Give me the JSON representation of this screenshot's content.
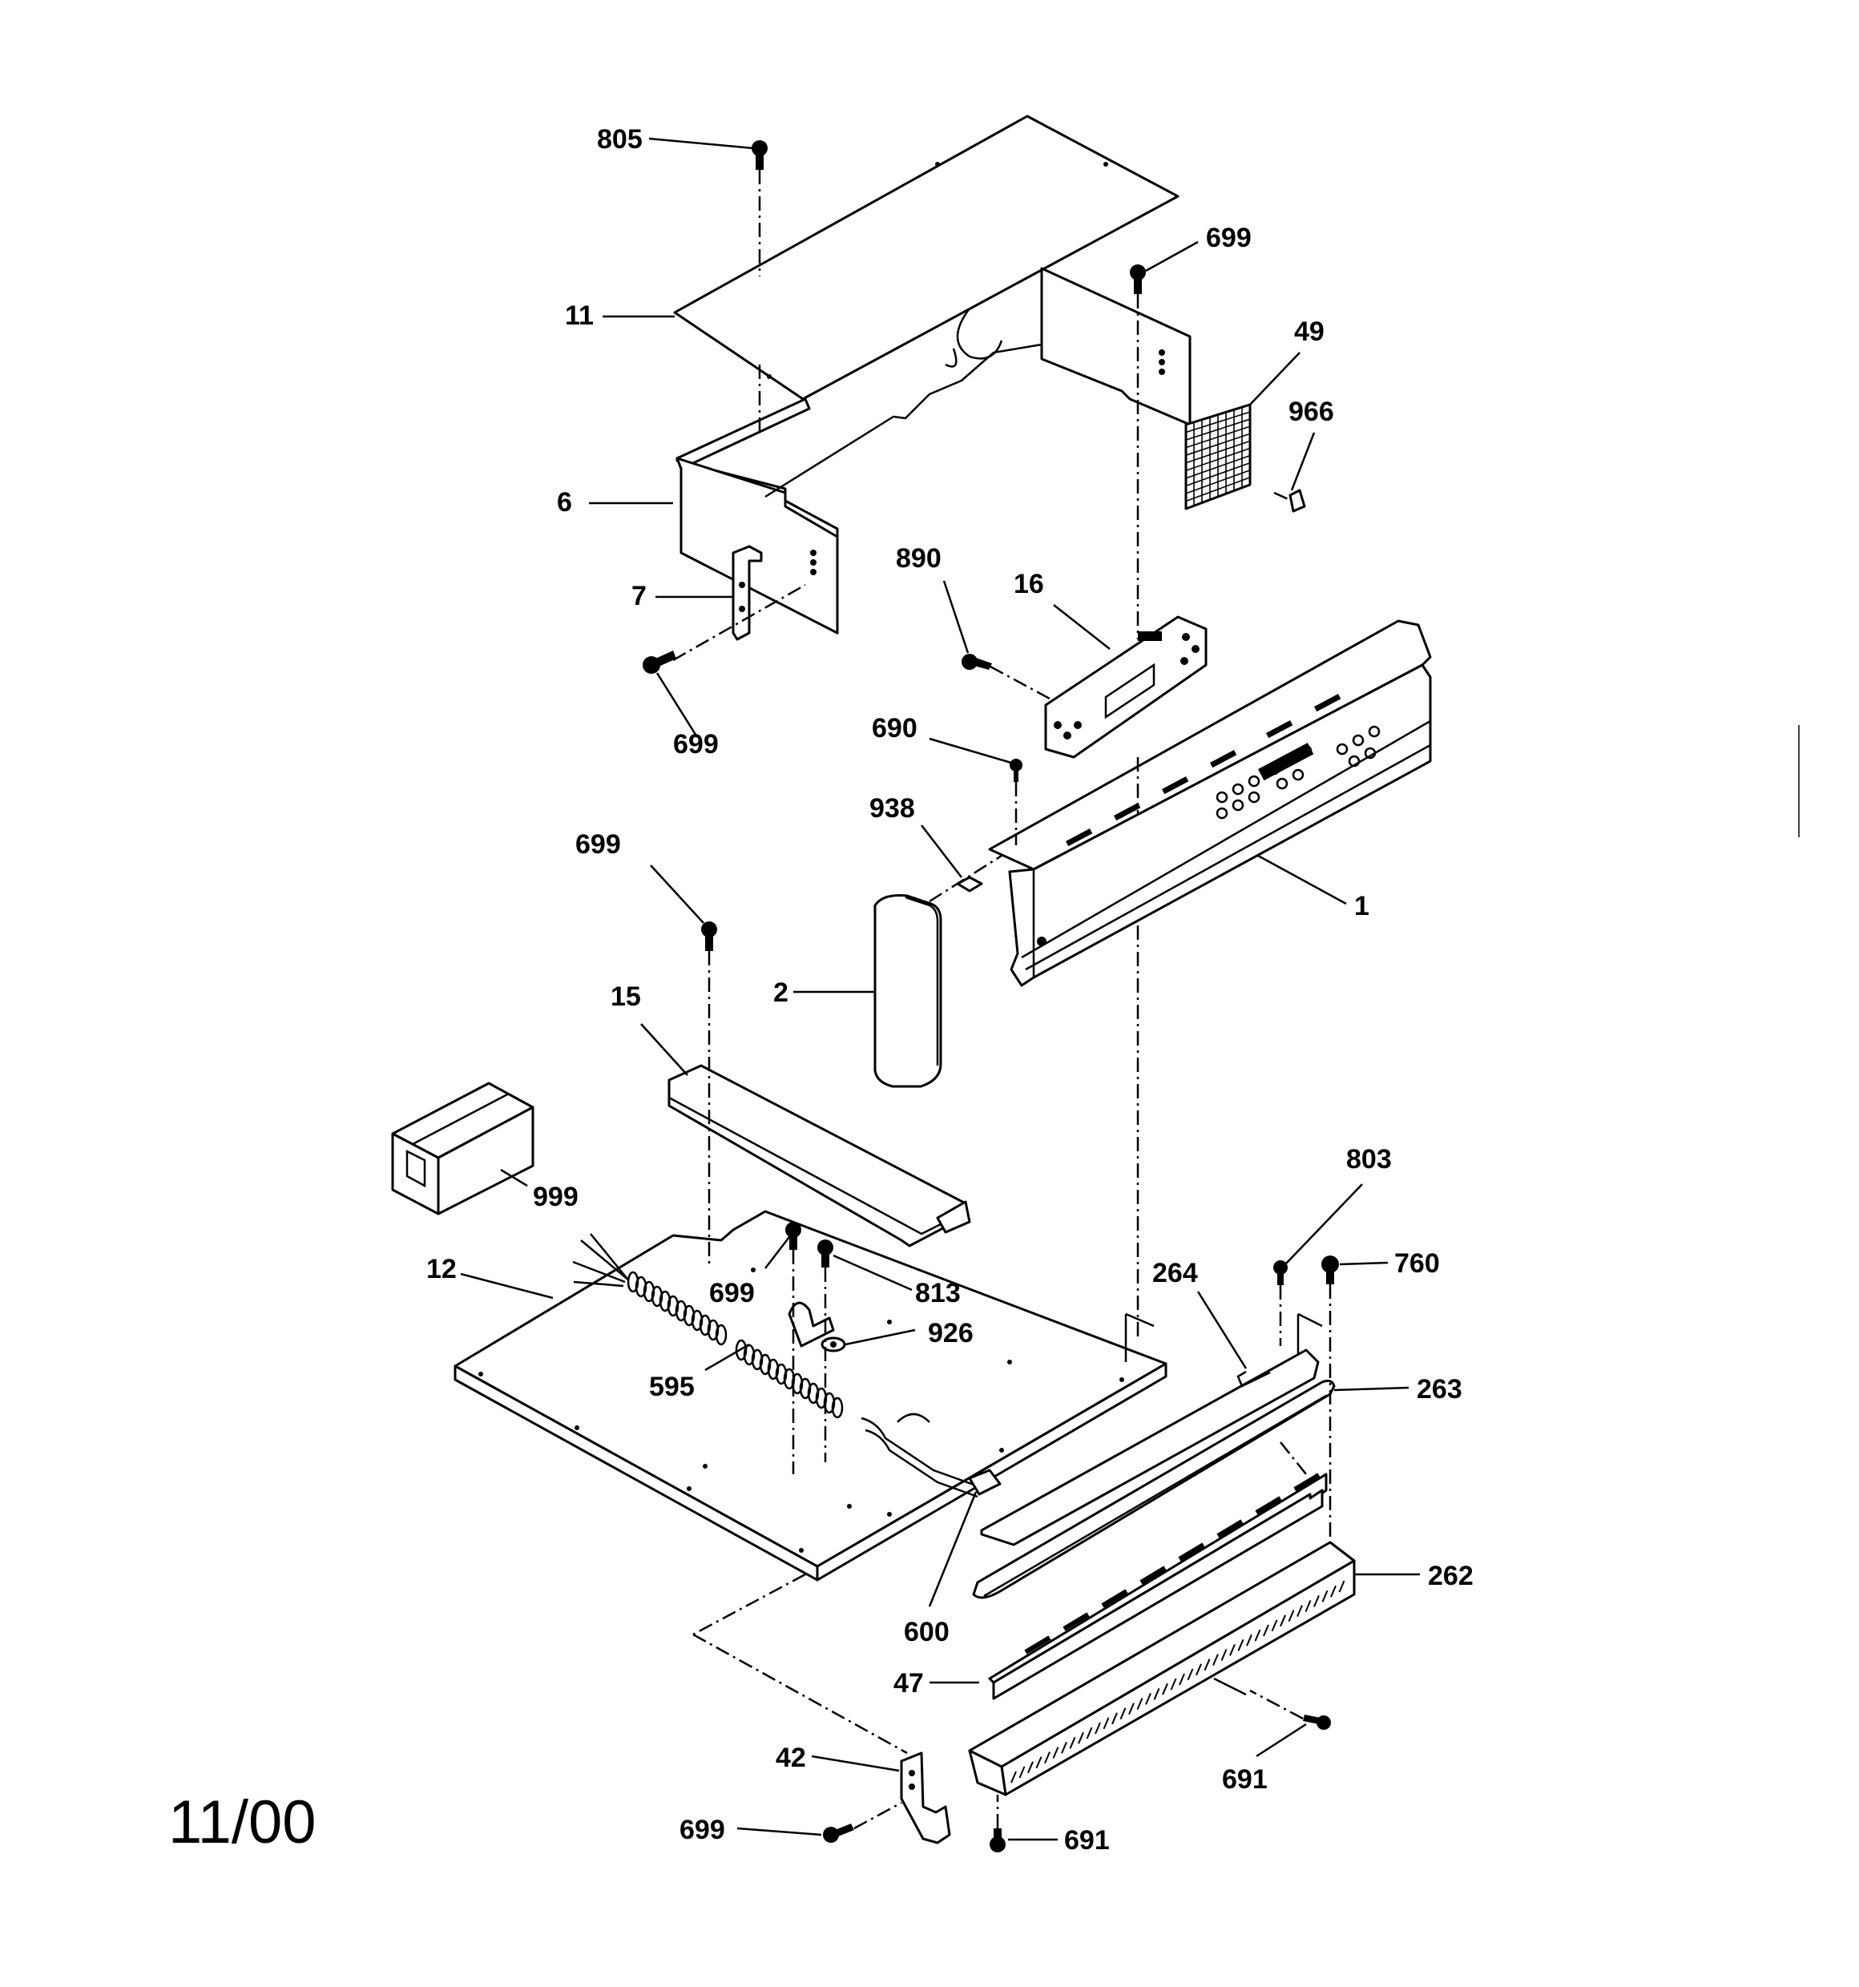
{
  "diagram": {
    "date_code": "11/00",
    "callouts": {
      "c805": "805",
      "c11": "11",
      "c699_top": "699",
      "c49": "49",
      "c966": "966",
      "c6": "6",
      "c7": "7",
      "c699_left": "699",
      "c890": "890",
      "c16": "16",
      "c690": "690",
      "c938": "938",
      "c1": "1",
      "c699_mid": "699",
      "c2": "2",
      "c15": "15",
      "c999": "999",
      "c803": "803",
      "c760": "760",
      "c264": "264",
      "c12": "12",
      "c699_base": "699",
      "c813": "813",
      "c926": "926",
      "c595": "595",
      "c263": "263",
      "c262": "262",
      "c600": "600",
      "c47": "47",
      "c691_right": "691",
      "c42": "42",
      "c699_bottom": "699",
      "c691_bottom": "691"
    }
  }
}
